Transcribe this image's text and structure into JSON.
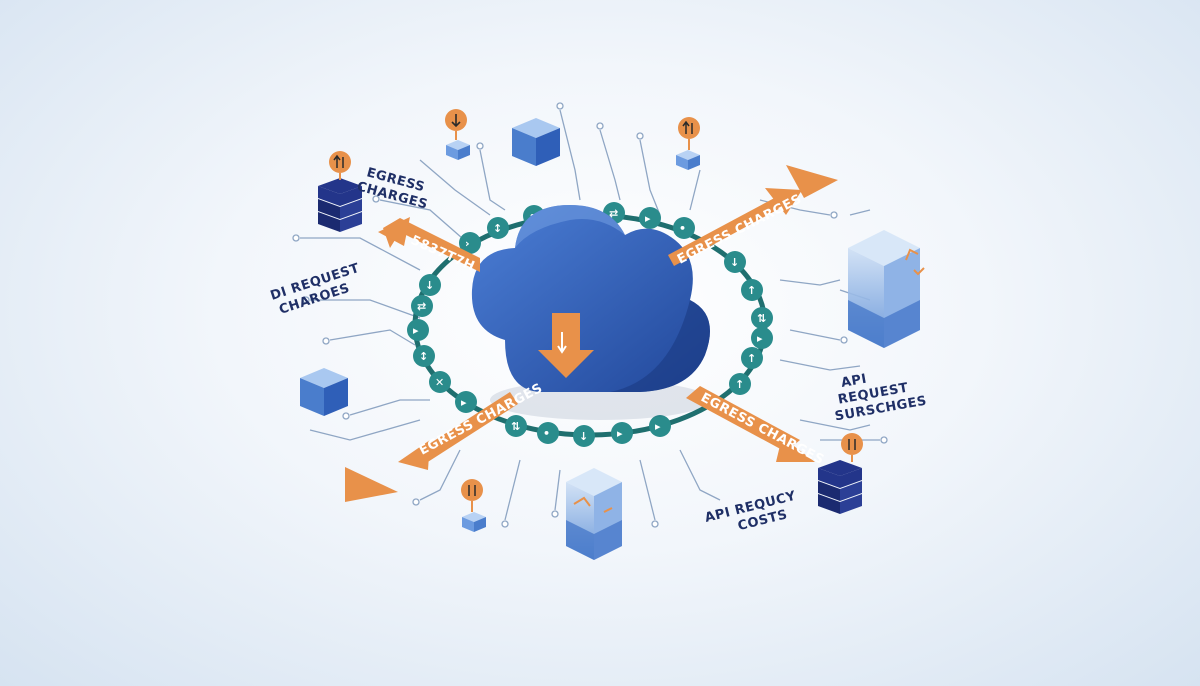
{
  "arrow_labels": {
    "top_left": "5837T7H",
    "top_right": "EGRESS CHARGES",
    "bottom_left": "EGRESS CHARGES",
    "bottom_right": "EGRESS CHARGES"
  },
  "free_labels": {
    "egress_line1": "EGRESS",
    "egress_line2": "CHARGES",
    "left_line1": "DI REQUEST",
    "left_line2": "CHAROES",
    "right_line1": "API",
    "right_line2": "REQUEST",
    "right_line3": "SURSCHGES",
    "bottom_line1": "API REQUCY",
    "bottom_line2": "COSTS"
  },
  "icons": {
    "cloud": "cloud-icon",
    "server": "server-stack-icon",
    "block": "storage-block-icon",
    "badge": "transfer-badge-icon",
    "vault": "glass-vault-icon"
  },
  "colors": {
    "cloud_blue": "#2f5fb8",
    "arrow_orange": "#e8914a",
    "ring_teal": "#2a8c8c",
    "server_navy": "#23358a",
    "circuit_line": "#8fa6c4"
  }
}
